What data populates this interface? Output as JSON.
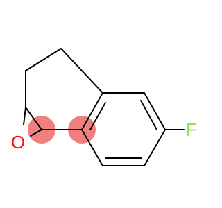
{
  "molecule": {
    "atoms": [
      {
        "id": "O1",
        "symbol": "O"
      },
      {
        "id": "F1",
        "symbol": "F"
      }
    ],
    "colors": {
      "bond": "#000000",
      "oxygen": "#ff0d0d",
      "fluorine": "#90e050",
      "highlight": "#f08080"
    },
    "highlighted_atoms": [
      "C1",
      "C2"
    ]
  }
}
